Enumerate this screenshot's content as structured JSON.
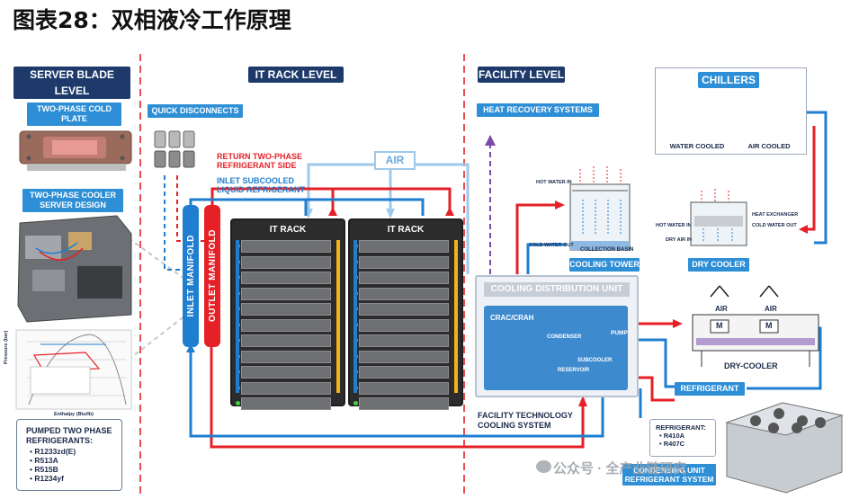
{
  "title": "图表28：双相液冷工作原理",
  "sections": {
    "server_blade": "SERVER BLADE LEVEL",
    "it_rack": "IT RACK LEVEL",
    "facility": "FACILITY LEVEL"
  },
  "blade": {
    "cold_plate": "TWO-PHASE COLD PLATE",
    "cooler_design": "TWO-PHASE COOLER SERVER DESIGN",
    "refrigerants_title": "PUMPED TWO PHASE REFRIGERANTS:",
    "refrigerants": [
      "• R1233zd(E)",
      "• R513A",
      "• R515B",
      "• R1234yf"
    ],
    "chart_axis_y": "Pressure (bar)",
    "chart_axis_x": "Enthalpy (Btu/lb)"
  },
  "rack_level": {
    "quick_disconnects": "QUICK DISCONNECTS",
    "return_label": "RETURN TWO-PHASE REFRIGERANT SIDE",
    "inlet_label": "INLET SUBCOOLED LIQUID REFRIGERANT",
    "air": "AIR",
    "inlet_manifold": "INLET MANIFOLD",
    "outlet_manifold": "OUTLET MANIFOLD",
    "racks": [
      "IT RACK",
      "IT RACK"
    ]
  },
  "facility": {
    "heat_recovery": "HEAT RECOVERY SYSTEMS",
    "chillers": "CHILLERS",
    "water_cooled": "WATER COOLED",
    "air_cooled": "AIR COOLED",
    "hot_water_in": "HOT WATER IN",
    "cold_water_out": "COLD WATER OUT",
    "collection_basin": "COLLECTION BASIN",
    "cooling_tower": "COOLING TOWER",
    "heat_exchanger": "HEAT EXCHANGER",
    "dc_cold_water_out": "COLD WATER OUT",
    "dc_hot_water_in": "HOT WATER IN",
    "dry_air_in": "DRY AIR IN",
    "dry_cooler": "DRY COOLER",
    "cdu_title": "COOLING DISTRIBUTION UNIT",
    "crac": "CRAC/CRAH",
    "condenser": "CONDENSER",
    "pump": "PUMP",
    "subcooler": "SUBCOOLER",
    "reservoir": "RESERVOIR",
    "fts_title": "FACILITY TECHNOLOGY COOLING SYSTEM",
    "air1": "AIR",
    "air2": "AIR",
    "m1": "M",
    "m2": "M",
    "dry_cooler_lower": "DRY-COOLER",
    "refrigerant": "REFRIGERANT",
    "cond_refrigerant_title": "REFRIGERANT:",
    "cond_refrigerants": [
      "• R410A",
      "• R407C"
    ],
    "condensing_unit": "CONDENSING UNIT REFRIGERANT SYSTEM"
  },
  "watermark": "公众号 · 全产业链研究",
  "colors": {
    "navy": "#1d3a6b",
    "label_blue": "#2e8fd6",
    "red": "#e52127",
    "blue": "#1f7ed0"
  }
}
